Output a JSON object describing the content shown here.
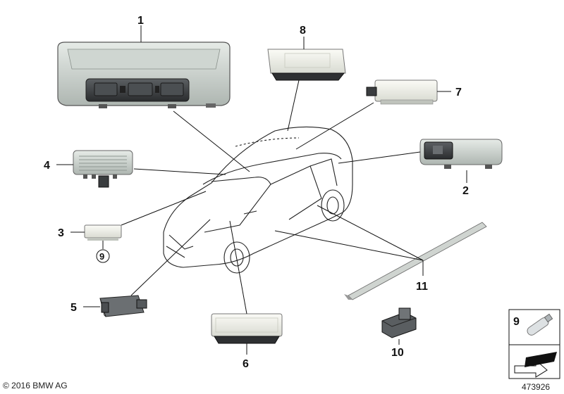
{
  "callouts": {
    "c1": "1",
    "c2": "2",
    "c3": "3",
    "c4": "4",
    "c5": "5",
    "c6": "6",
    "c7": "7",
    "c8": "8",
    "c9": "9",
    "c10": "10",
    "c11": "11"
  },
  "legend": {
    "item": "9"
  },
  "footer": {
    "copyright": "© 2016 BMW AG",
    "ref": "473926"
  },
  "colors": {
    "housing_light": "#dfe3e0",
    "housing_mid": "#b8bfba",
    "control_panel": "#3a3d3f",
    "lens": "#f3f4ec",
    "line": "#111111"
  }
}
